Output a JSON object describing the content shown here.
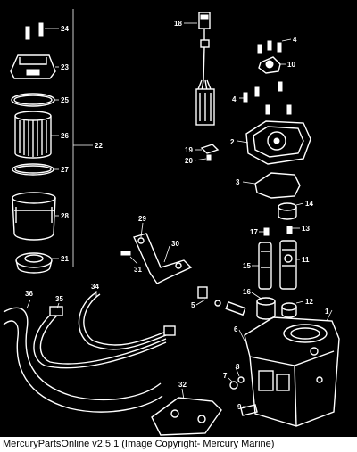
{
  "caption": "MercuryPartsOnline v2.5.1 (Image Copyright- Mercury Marine)",
  "callouts": {
    "c1": "1",
    "c2": "2",
    "c3": "3",
    "c4a": "4",
    "c4b": "4",
    "c5": "5",
    "c6": "6",
    "c7": "7",
    "c8": "8",
    "c9": "9",
    "c10": "10",
    "c11": "11",
    "c12": "12",
    "c13": "13",
    "c14": "14",
    "c15": "15",
    "c16": "16",
    "c17": "17",
    "c18": "18",
    "c19": "19",
    "c20": "20",
    "c21": "21",
    "c22": "22",
    "c23": "23",
    "c24": "24",
    "c25": "25",
    "c26": "26",
    "c27": "27",
    "c28": "28",
    "c29": "29",
    "c30": "30",
    "c31": "31",
    "c32": "32",
    "c34": "34",
    "c35": "35",
    "c36": "36"
  }
}
